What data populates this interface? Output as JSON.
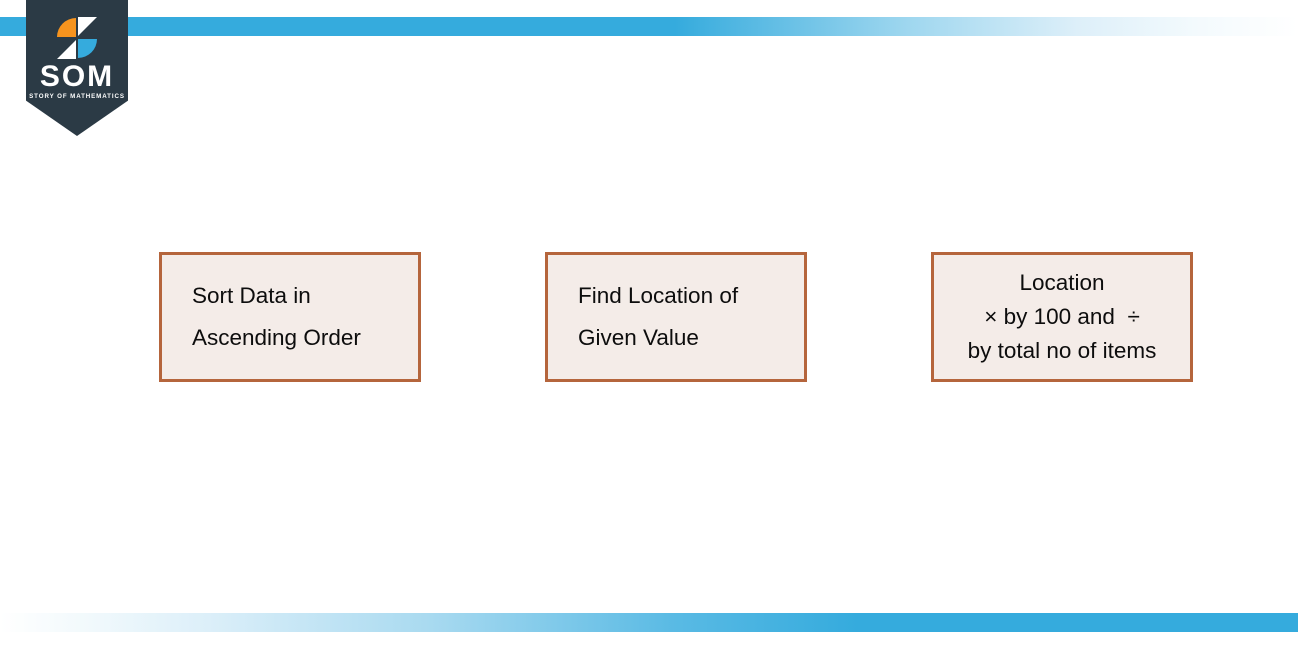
{
  "branding": {
    "badge_name": "SOM",
    "badge_tagline": "STORY OF MATHEMATICS",
    "logo_colors": {
      "badge_background": "#2B3A45",
      "mark_orange": "#F7941E",
      "mark_blue": "#35ABDD",
      "mark_white": "#FFFFFF"
    }
  },
  "decor": {
    "accent_color": "#35ABDD",
    "top_bar_label": "top-accent-bar",
    "bottom_bar_label": "bottom-accent-bar"
  },
  "diagram": {
    "type": "process-flow",
    "box_fill": "#F4ECE8",
    "box_border": "#B5653C",
    "boxes": [
      {
        "id": "sort-data",
        "align": "left",
        "lines": [
          "Sort Data in",
          "Ascending Order"
        ]
      },
      {
        "id": "find-location",
        "align": "left",
        "lines": [
          "Find Location of",
          "Given Value"
        ]
      },
      {
        "id": "compute-percentile",
        "align": "center",
        "lines": [
          "Location",
          "× by 100 and  ÷",
          "by total no of items"
        ]
      }
    ]
  }
}
